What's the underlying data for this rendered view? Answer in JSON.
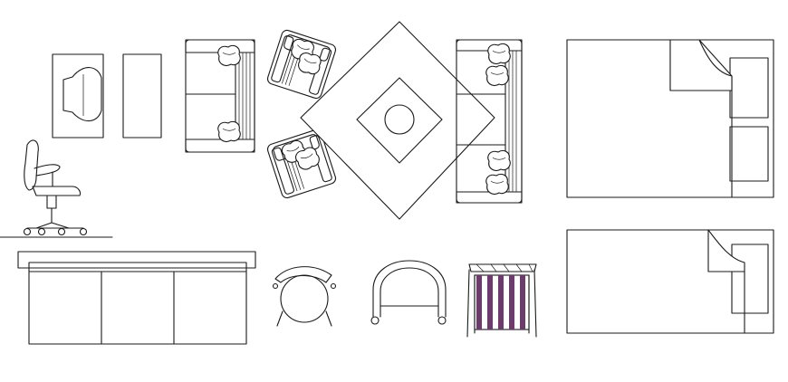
{
  "drawing": {
    "background": "#ffffff",
    "line_color": "#1a1a1a",
    "accent_color": "#6b3b6b",
    "blocks": [
      "office-desk-with-chair",
      "side-table",
      "three-seat-sofa",
      "armchair",
      "coffee-table-with-rug",
      "office-chair-side-elevation",
      "sideboard-elevation",
      "dining-chair",
      "tub-chair",
      "striped-chair-elevation",
      "double-bed",
      "single-bed"
    ]
  }
}
